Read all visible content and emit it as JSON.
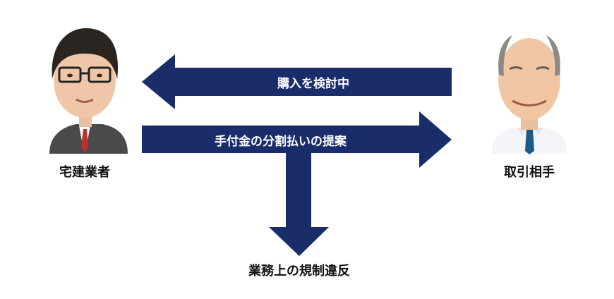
{
  "colors": {
    "arrow": "#1a2d6b",
    "arrow_text": "#ffffff",
    "label_text": "#111111",
    "background": "#ffffff"
  },
  "nodes": {
    "left": {
      "label": "宅建業者",
      "avatar_icon": "man-with-glasses-suit-avatar-icon"
    },
    "right": {
      "label": "取引相手",
      "avatar_icon": "older-man-shirt-tie-avatar-icon"
    },
    "bottom": {
      "label": "業務上の規制違反"
    }
  },
  "arrows": {
    "top": {
      "label": "購入を検討中",
      "direction": "left"
    },
    "middle": {
      "label": "手付金の分割払いの提案",
      "direction": "right"
    },
    "down": {
      "direction": "down"
    }
  }
}
